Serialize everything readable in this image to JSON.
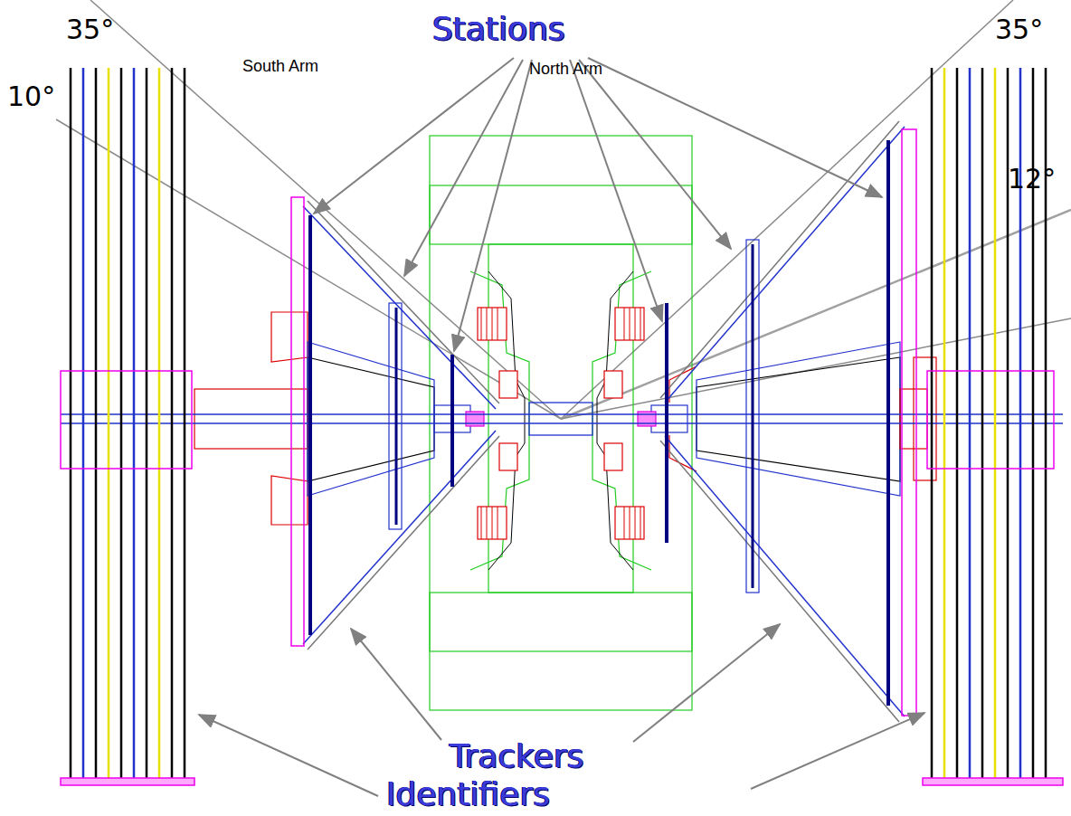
{
  "diagram": {
    "labels": [
      "35°",
      "South Arm",
      "Stations",
      "North Arm",
      "35°",
      "12°",
      "10°",
      "Trackers",
      "Identifiers"
    ]
  }
}
